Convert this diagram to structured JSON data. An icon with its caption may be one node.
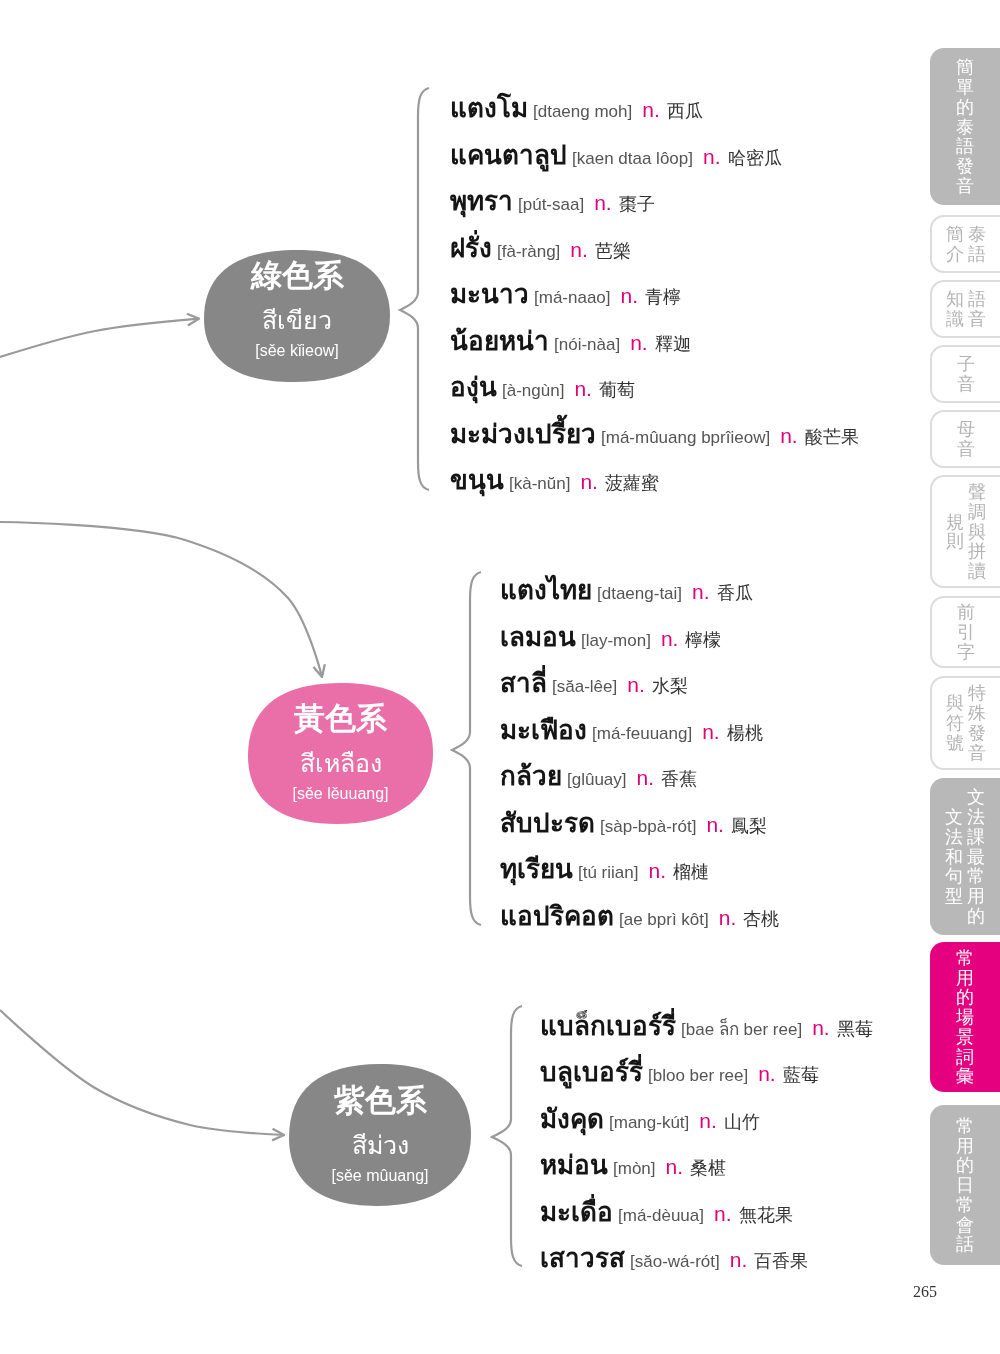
{
  "diagram": {
    "nodes": [
      {
        "text": [
          "綠色系",
          "สีเขียว",
          "[sěe kǐieow]"
        ]
      },
      {
        "text": [
          "黃色系",
          "สีเหลือง",
          "[sěe lěuuang]"
        ]
      },
      {
        "text": [
          "紫色系",
          "สีม่วง",
          "[sěe mûuang]"
        ]
      },
      {
        "text": [
          "簡單的泰語發音"
        ]
      },
      {
        "text": [
          "泰語簡介"
        ]
      },
      {
        "text": [
          "語音知識"
        ]
      },
      {
        "text": [
          "子音"
        ]
      },
      {
        "text": [
          "母音"
        ]
      },
      {
        "text": [
          "聲調與拼讀規則"
        ]
      },
      {
        "text": [
          "前引字"
        ]
      },
      {
        "text": [
          "特殊發音與符號"
        ]
      },
      {
        "text": [
          "文法課最常用的文法和句型"
        ]
      },
      {
        "text": [
          "常用的場景詞彙"
        ]
      },
      {
        "text": [
          "常用的日常會話"
        ]
      }
    ],
    "edges": [
      {
        "from": null,
        "to": 0,
        "arrow": "to"
      },
      {
        "from": null,
        "to": 1,
        "arrow": "to"
      },
      {
        "from": null,
        "to": 2,
        "arrow": "to"
      }
    ],
    "labels": [
      "แตงโม",
      "[dtaeng moh]",
      "n.",
      "西瓜",
      "แคนตาลูป",
      "[kaen dtaa lôop]",
      "n.",
      "哈密瓜",
      "พุทรา",
      "[pút-saa]",
      "n.",
      "棗子",
      "ฝรั่ง",
      "[fà-ràng]",
      "n.",
      "芭樂",
      "มะนาว",
      "[má-naao]",
      "n.",
      "青檸",
      "น้อยหน่า",
      "[nói-nàa]",
      "n.",
      "釋迦",
      "องุ่น",
      "[à-ngùn]",
      "n.",
      "葡萄",
      "มะม่วงเปรี้ยว",
      "[má-mûuang bprîieow]",
      "n.",
      "酸芒果",
      "ขนุน",
      "[kà-nŭn]",
      "n.",
      "菠蘿蜜",
      "แตงไทย",
      "[dtaeng-tai]",
      "n.",
      "香瓜",
      "เลมอน",
      "[lay-mon]",
      "n.",
      "檸檬",
      "สาลี่",
      "[săa-lêe]",
      "n.",
      "水梨",
      "มะเฟือง",
      "[má-feuuang]",
      "n.",
      "楊桃",
      "กล้วย",
      "[glûuay]",
      "n.",
      "香蕉",
      "สับปะรด",
      "[sàp-bpà-rót]",
      "n.",
      "鳳梨",
      "ทุเรียน",
      "[tú riian]",
      "n.",
      "榴槤",
      "แอปริคอต",
      "[ae bprì kôt]",
      "n.",
      "杏桃",
      "แบล็กเบอร์รี่",
      "[bae ล็ก ber ree]",
      "n.",
      "黑莓",
      "บลูเบอร์รี่",
      "[bloo ber ree]",
      "n.",
      "藍莓",
      "มังคุด",
      "[mang-kút]",
      "n.",
      "山竹",
      "หม่อน",
      "[mòn]",
      "n.",
      "桑椹",
      "มะเดื่อ",
      "[má-dèuua]",
      "n.",
      "無花果",
      "เสาวรส",
      "[săo-wá-rót]",
      "n.",
      "百香果",
      "265"
    ]
  }
}
